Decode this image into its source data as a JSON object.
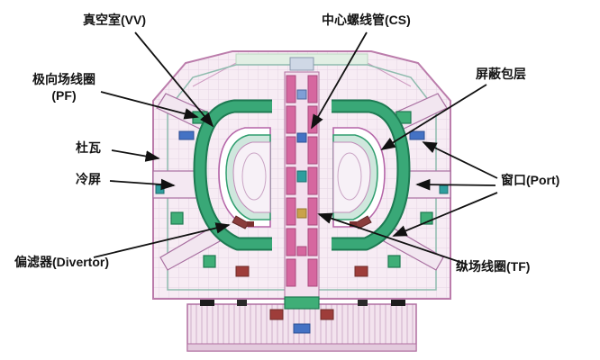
{
  "figure": {
    "type": "tokamak-cross-section",
    "labels": {
      "vacuum_vessel": "真空室(VV)",
      "central_solenoid": "中心螺线管(CS)",
      "poloidal_field_coil": "极向场线圈\n(PF)",
      "shield_blanket": "屏蔽包层",
      "dewar": "杜瓦",
      "cold_shield": "冷屏",
      "port": "窗口(Port)",
      "divertor": "偏滤器(Divertor)",
      "toroidal_field_coil": "纵场线圈(TF)"
    },
    "colors": {
      "tf_coil_green": "#2f9e6e",
      "cs_pink": "#d6679f",
      "cryostat_outline": "#bb7cab",
      "annotation_black": "#111111"
    }
  }
}
